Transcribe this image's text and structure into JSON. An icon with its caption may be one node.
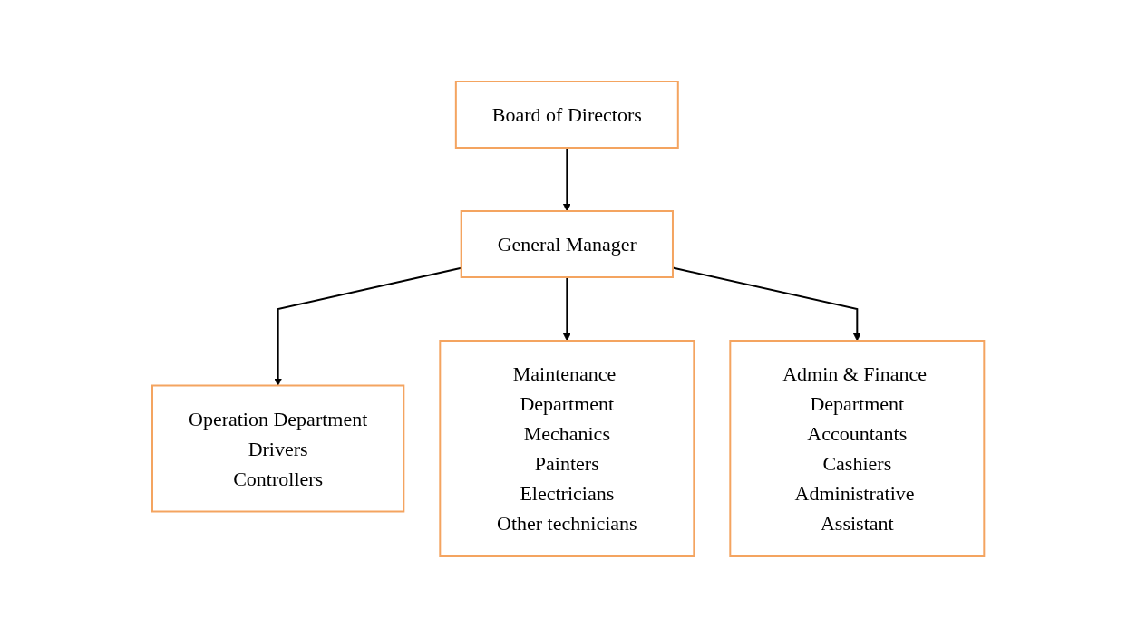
{
  "diagram": {
    "nodes": [
      {
        "text": [
          "Board of Directors"
        ]
      },
      {
        "text": [
          "General Manager"
        ]
      },
      {
        "text": [
          "Operation Department",
          "Drivers",
          "Controllers"
        ]
      },
      {
        "text": [
          "Maintenance Department",
          "Mechanics",
          "Painters",
          "Electricians",
          "Other technicians"
        ]
      },
      {
        "text": [
          "Admin & Finance Department",
          "Accountants",
          "Cashiers",
          "Administrative Assistant"
        ]
      }
    ],
    "edges": [
      {
        "from": 0,
        "to": 1,
        "arrow": "to"
      },
      {
        "from": 1,
        "to": 2,
        "arrow": "to"
      },
      {
        "from": 1,
        "to": 3,
        "arrow": "to"
      },
      {
        "from": 1,
        "to": 4,
        "arrow": "to"
      }
    ]
  }
}
